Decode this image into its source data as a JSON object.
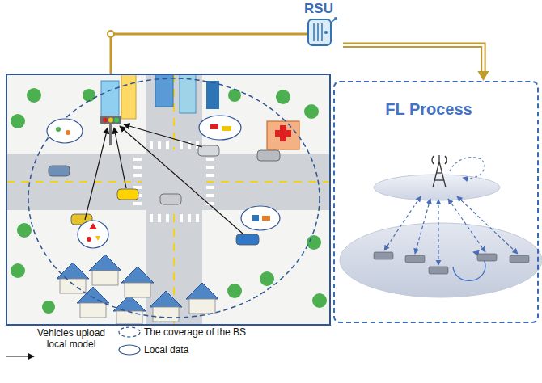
{
  "diagram": {
    "nodes": [
      {
        "text": [
          "RSU"
        ]
      },
      {
        "text": [
          "FL Process"
        ]
      }
    ],
    "edges": [
      {
        "from": 0,
        "to": 1,
        "arrow": "to"
      }
    ],
    "legend": [
      {
        "text": "Vehicles upload local model"
      },
      {
        "text": "The coverage of the BS"
      },
      {
        "text": "Local data"
      }
    ]
  }
}
